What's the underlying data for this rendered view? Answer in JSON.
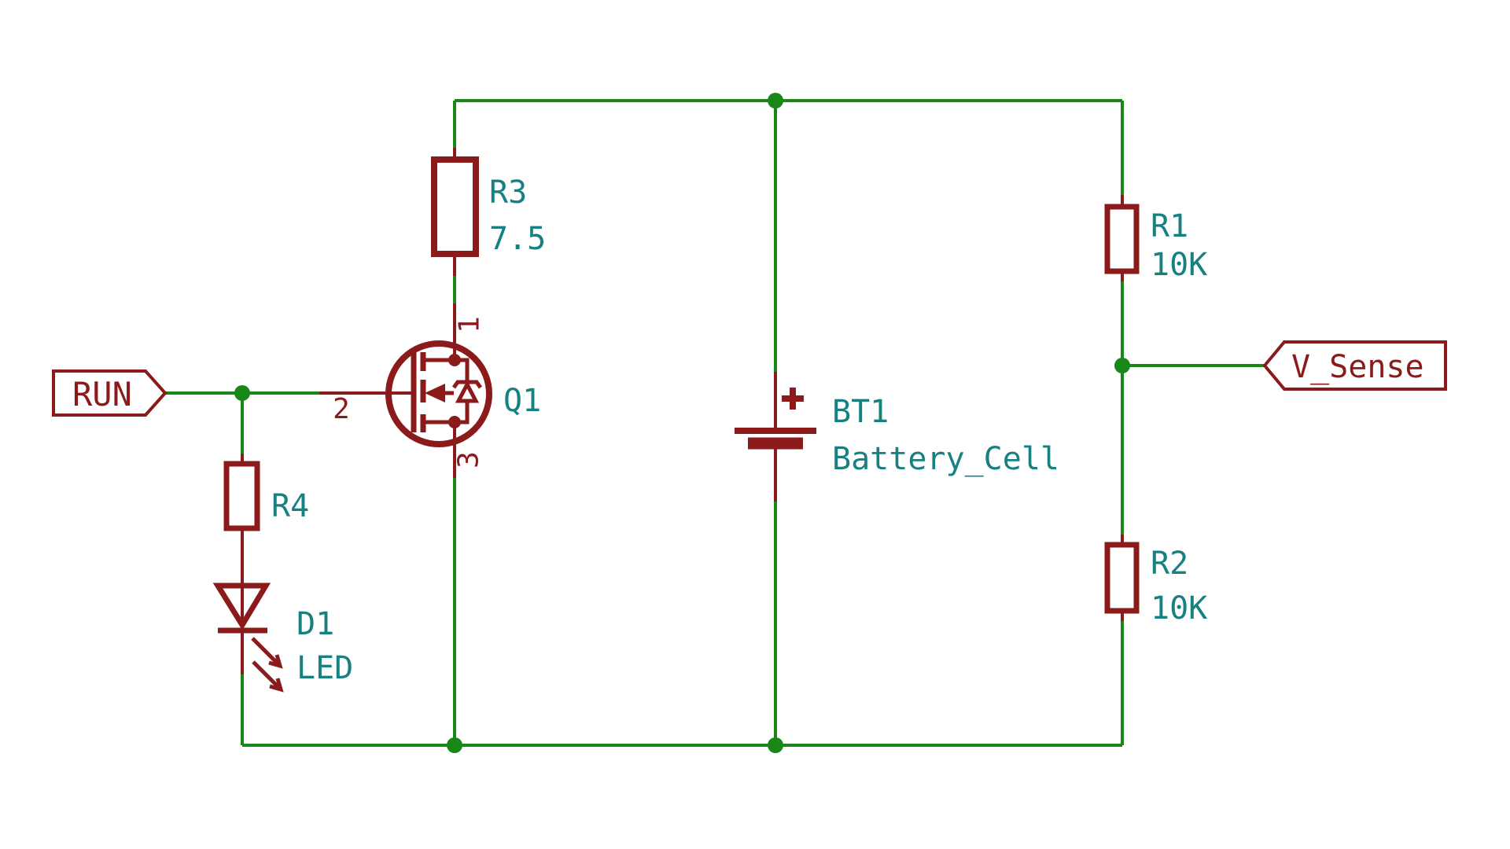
{
  "colors": {
    "background": "#FFFFFF",
    "wire_green": "#188718",
    "symbol_maroon": "#8B1A1A",
    "field_teal": "#178080"
  },
  "schematic": {
    "net_labels": {
      "run": "RUN",
      "v_sense": "V_Sense"
    },
    "components": {
      "r1": {
        "ref": "R1",
        "value": "10K"
      },
      "r2": {
        "ref": "R2",
        "value": "10K"
      },
      "r3": {
        "ref": "R3",
        "value": "7.5"
      },
      "r4": {
        "ref": "R4"
      },
      "q1": {
        "ref": "Q1",
        "pin_numbers": {
          "drain": "1",
          "gate": "2",
          "source": "3"
        }
      },
      "bt1": {
        "ref": "BT1",
        "value": "Battery_Cell",
        "polarity_mark": "+"
      },
      "d1": {
        "ref": "D1",
        "value": "LED"
      }
    }
  }
}
